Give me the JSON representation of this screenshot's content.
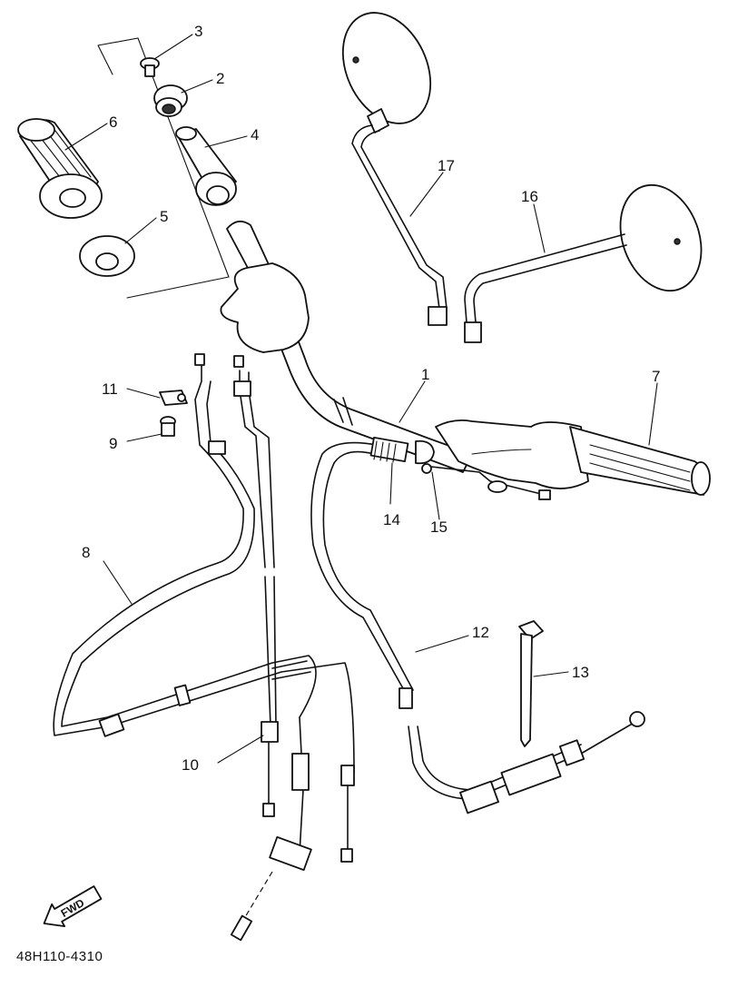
{
  "callouts": [
    {
      "id": "3",
      "label": "3"
    },
    {
      "id": "2",
      "label": "2"
    },
    {
      "id": "6",
      "label": "6"
    },
    {
      "id": "4",
      "label": "4"
    },
    {
      "id": "5",
      "label": "5"
    },
    {
      "id": "17",
      "label": "17"
    },
    {
      "id": "16",
      "label": "16"
    },
    {
      "id": "7",
      "label": "7"
    },
    {
      "id": "1",
      "label": "1"
    },
    {
      "id": "11",
      "label": "11"
    },
    {
      "id": "9",
      "label": "9"
    },
    {
      "id": "14",
      "label": "14"
    },
    {
      "id": "15",
      "label": "15"
    },
    {
      "id": "8",
      "label": "8"
    },
    {
      "id": "12",
      "label": "12"
    },
    {
      "id": "13",
      "label": "13"
    },
    {
      "id": "10",
      "label": "10"
    }
  ],
  "fwd_label": "FWD",
  "part_code": "48H110-4310"
}
